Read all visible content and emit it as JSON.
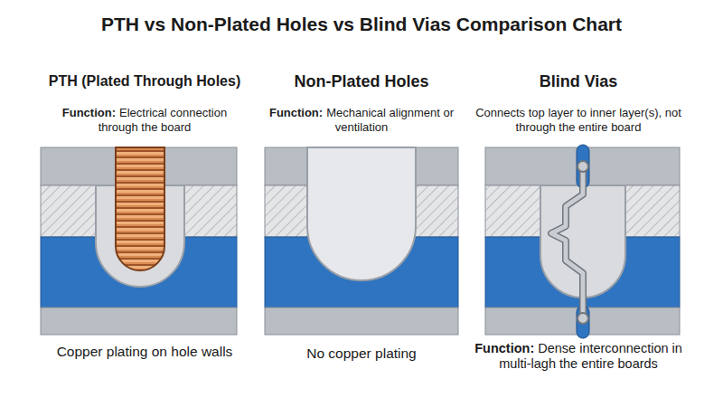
{
  "diagram": {
    "title": "PTH vs Non-Plated Holes vs Blind Vias Comparison Chart",
    "labels": [
      "PTH (Plated Through Holes)",
      "Function:",
      "Electrical connection through the board",
      "Copper plating on hole walls",
      "Non-Plated Holes",
      "Function:",
      "Mechanical alignment or ventilation",
      "No copper plating",
      "Blind Vias",
      "Connects top layer to inner layer(s), not through the entire board",
      "Function:",
      "Dense interconnection in multi-lagh the entire boards"
    ]
  }
}
